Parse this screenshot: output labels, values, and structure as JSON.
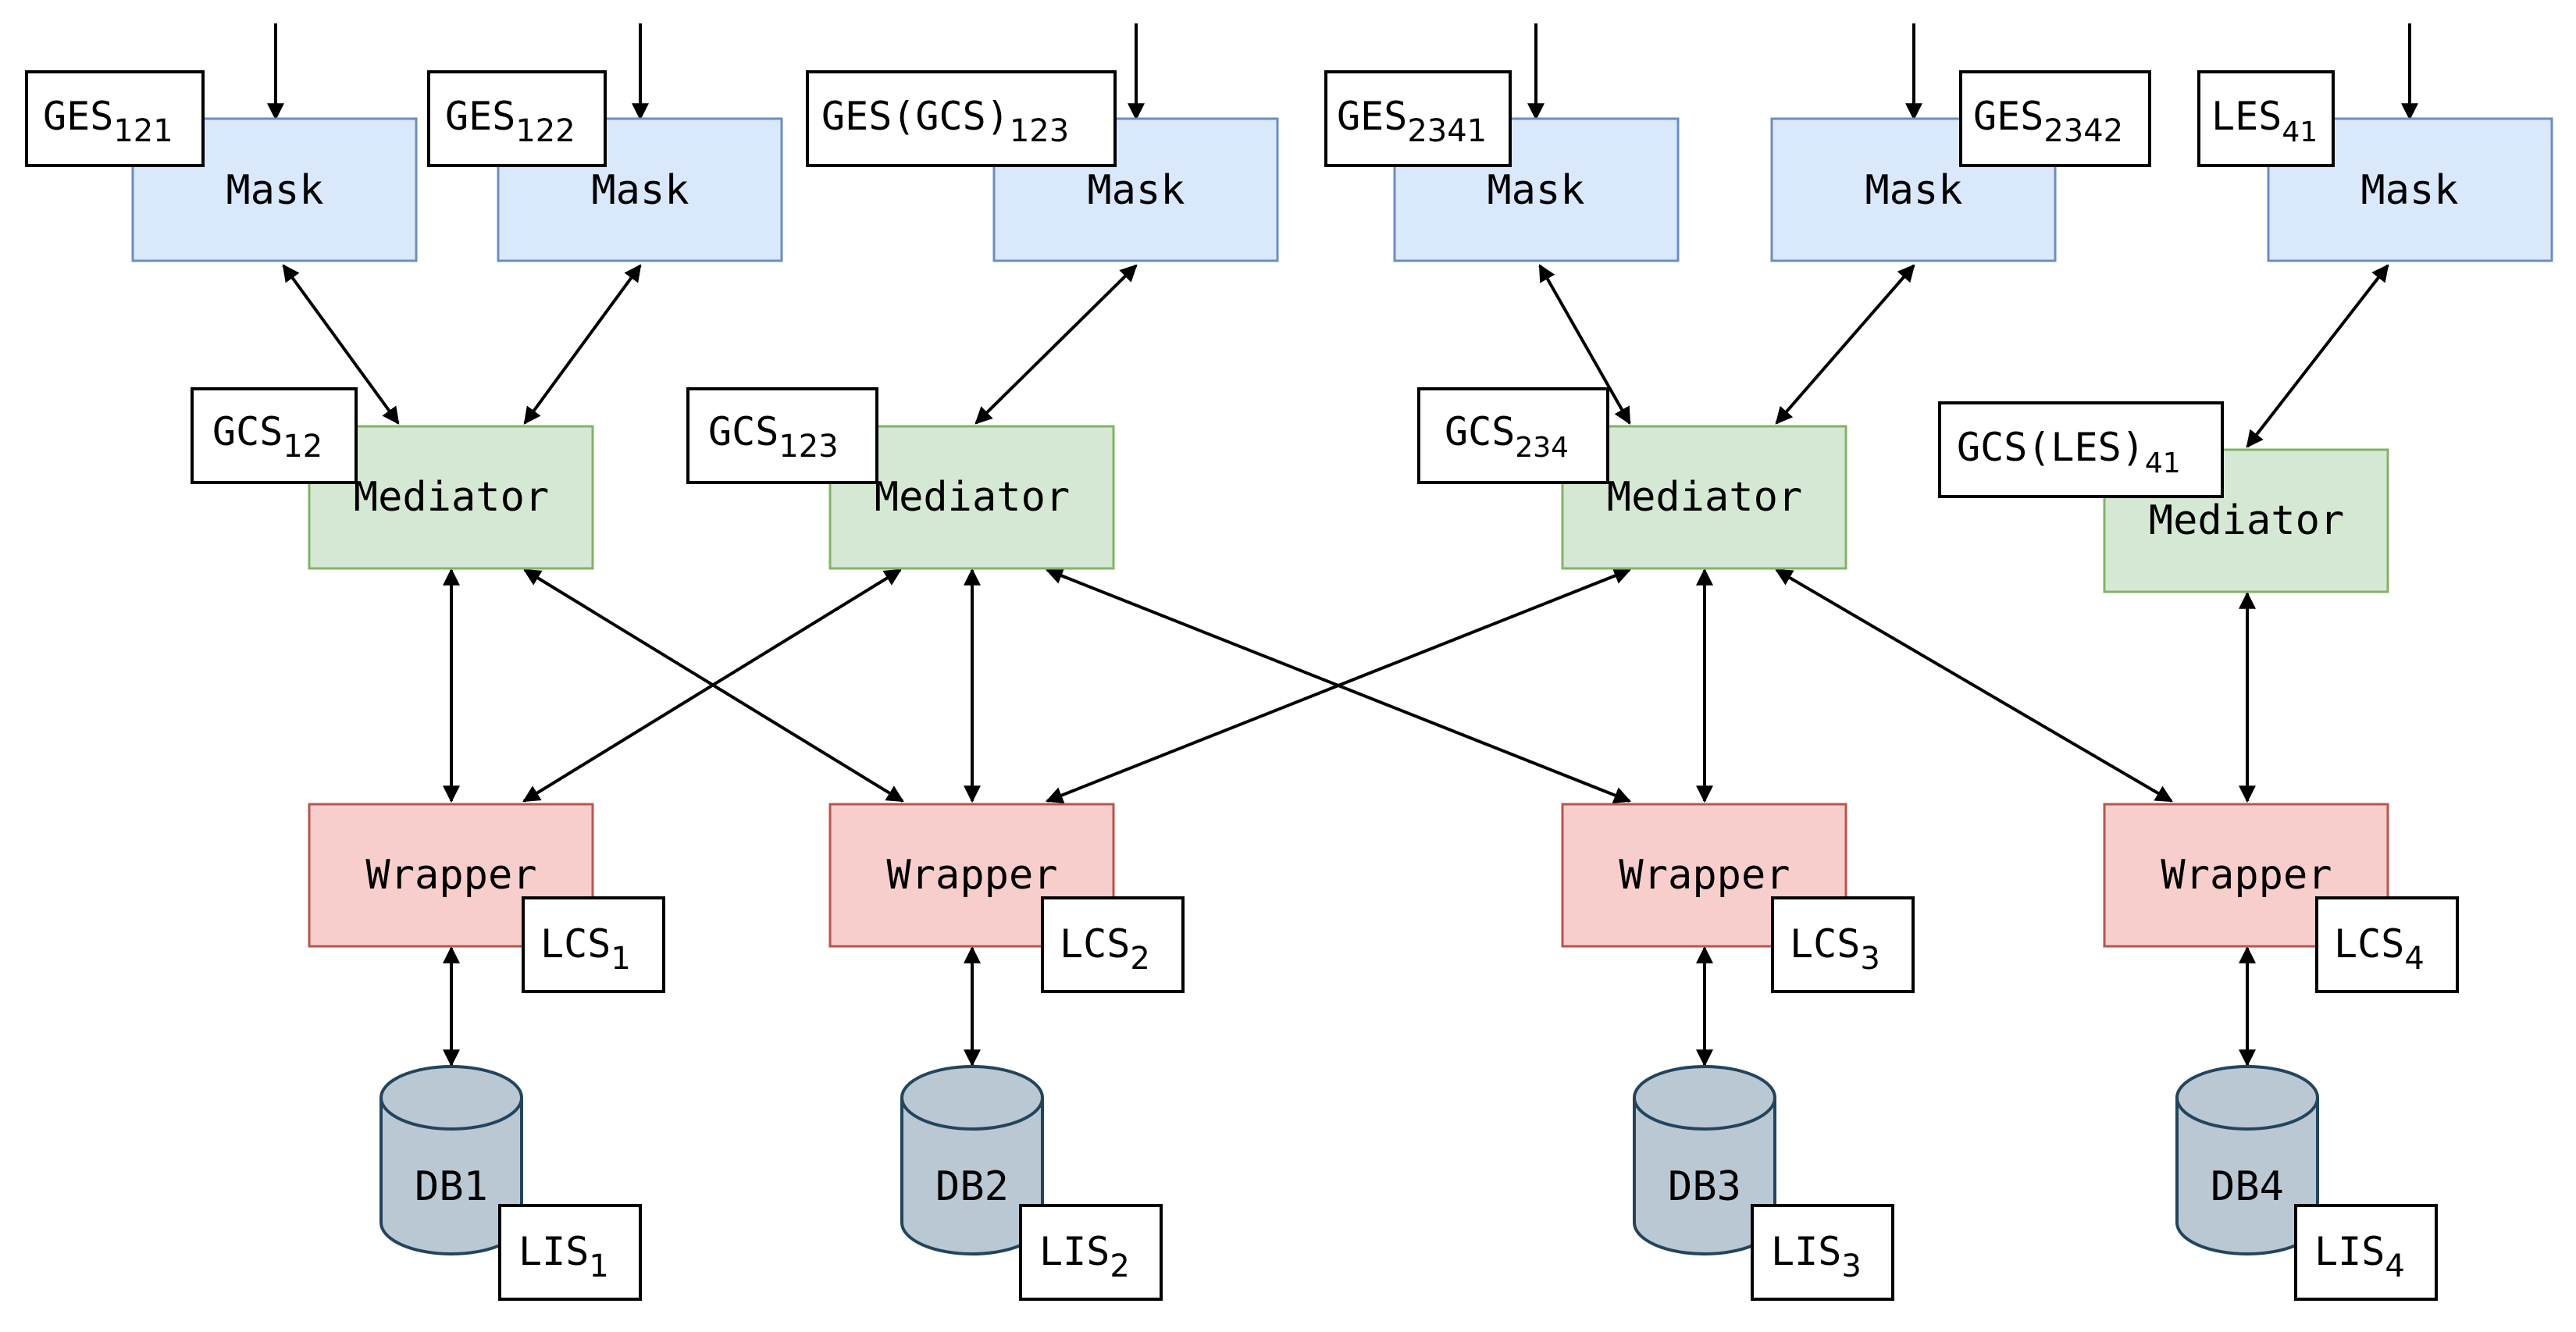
{
  "masks": [
    {
      "id": "mask-1",
      "label": "Mask"
    },
    {
      "id": "mask-2",
      "label": "Mask"
    },
    {
      "id": "mask-3",
      "label": "Mask"
    },
    {
      "id": "mask-4",
      "label": "Mask"
    },
    {
      "id": "mask-5",
      "label": "Mask"
    },
    {
      "id": "mask-6",
      "label": "Mask"
    }
  ],
  "mask_schema_tags": [
    {
      "base": "GES",
      "sub": "121"
    },
    {
      "base": "GES",
      "sub": "122"
    },
    {
      "base": "GES(GCS)",
      "sub": "123"
    },
    {
      "base": "GES",
      "sub": "2341"
    },
    {
      "base": "GES",
      "sub": "2342"
    },
    {
      "base": "LES",
      "sub": "41"
    }
  ],
  "mediators": [
    {
      "id": "mediator-1",
      "label": "Mediator"
    },
    {
      "id": "mediator-2",
      "label": "Mediator"
    },
    {
      "id": "mediator-3",
      "label": "Mediator"
    },
    {
      "id": "mediator-4",
      "label": "Mediator"
    }
  ],
  "mediator_schema_tags": [
    {
      "base": "GCS",
      "sub": "12"
    },
    {
      "base": "GCS",
      "sub": "123"
    },
    {
      "base": "GCS",
      "sub": "234"
    },
    {
      "base": "GCS(LES)",
      "sub": "41"
    }
  ],
  "wrappers": [
    {
      "id": "wrapper-1",
      "label": "Wrapper"
    },
    {
      "id": "wrapper-2",
      "label": "Wrapper"
    },
    {
      "id": "wrapper-3",
      "label": "Wrapper"
    },
    {
      "id": "wrapper-4",
      "label": "Wrapper"
    }
  ],
  "wrapper_schema_tags": [
    {
      "base": "LCS",
      "sub": "1"
    },
    {
      "base": "LCS",
      "sub": "2"
    },
    {
      "base": "LCS",
      "sub": "3"
    },
    {
      "base": "LCS",
      "sub": "4"
    }
  ],
  "databases": [
    {
      "id": "db-1",
      "label": "DB1"
    },
    {
      "id": "db-2",
      "label": "DB2"
    },
    {
      "id": "db-3",
      "label": "DB3"
    },
    {
      "id": "db-4",
      "label": "DB4"
    }
  ],
  "database_schema_tags": [
    {
      "base": "LIS",
      "sub": "1"
    },
    {
      "base": "LIS",
      "sub": "2"
    },
    {
      "base": "LIS",
      "sub": "3"
    },
    {
      "base": "LIS",
      "sub": "4"
    }
  ],
  "colors": {
    "mask_fill": "#dae8fc",
    "mask_stroke": "#6c8ebf",
    "mediator_fill": "#d5e8d4",
    "mediator_stroke": "#82b366",
    "wrapper_fill": "#f8cecc",
    "wrapper_stroke": "#b85450",
    "db_fill": "#bac8d3",
    "db_stroke": "#23445d",
    "line": "#000000"
  }
}
